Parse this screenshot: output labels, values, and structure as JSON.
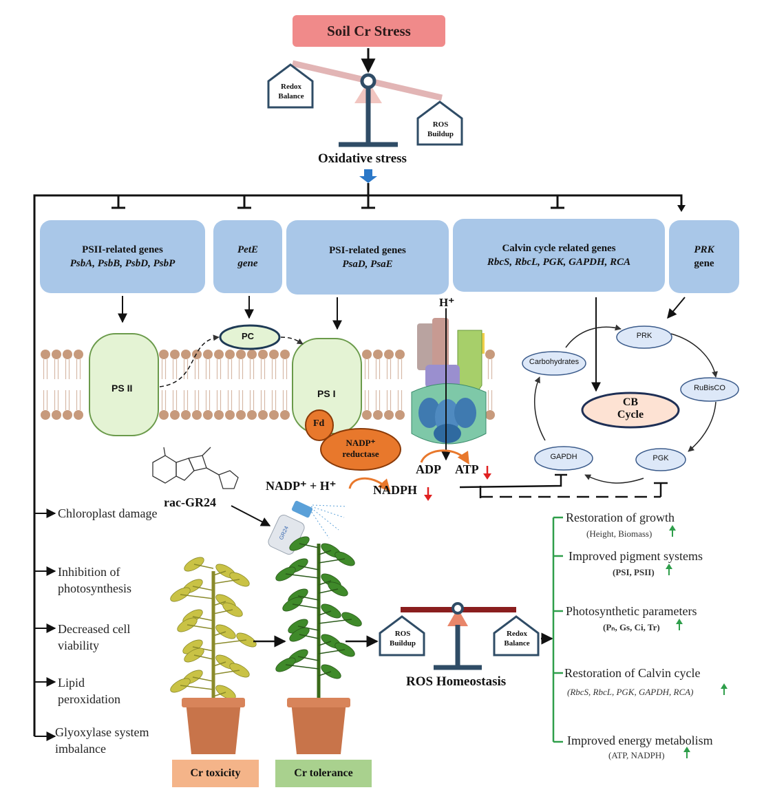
{
  "title": "Soil Cr Stress",
  "balance_top": {
    "left_house": [
      "Redox",
      "Balance"
    ],
    "right_house": [
      "ROS",
      "Buildup"
    ]
  },
  "oxidative_stress": "Oxidative stress",
  "gene_boxes": [
    {
      "lines": [
        "PSII-related genes",
        "PsbA, PsbB, PsbD, PsbP"
      ],
      "italic": [
        false,
        true
      ]
    },
    {
      "lines": [
        "PetE",
        "gene"
      ],
      "italic": [
        true,
        true
      ]
    },
    {
      "lines": [
        "PSI-related genes",
        "PsaD, PsaE"
      ],
      "italic": [
        false,
        true
      ]
    },
    {
      "lines": [
        "Calvin cycle related genes",
        "RbcS, RbcL, PGK, GAPDH, RCA"
      ],
      "italic": [
        false,
        true
      ]
    },
    {
      "lines": [
        "PRK",
        "gene"
      ],
      "italic": [
        true,
        false
      ]
    }
  ],
  "membrane": {
    "ps2": "PS II",
    "pc": "PC",
    "ps1": "PS I",
    "fd": "Fd",
    "nadp_reductase": [
      "NADP⁺",
      "reductase"
    ],
    "h_plus": "H⁺",
    "adp": "ADP",
    "atp": "ATP",
    "nadp_h": "NADP⁺ + H⁺",
    "nadph": "NADPH"
  },
  "calvin": {
    "prk": "PRK",
    "rubisco": "RuBisCO",
    "pgk": "PGK",
    "gapdh": "GAPDH",
    "carbohydrates": "Carbohydrates",
    "cb_cycle": [
      "CB",
      "Cycle"
    ]
  },
  "gr24": {
    "name": "rac-GR24",
    "bottle": "GR24"
  },
  "effects": [
    [
      "Chloroplast damage"
    ],
    [
      "Inhibition of",
      "photosynthesis"
    ],
    [
      "Decreased cell",
      "viability"
    ],
    [
      "Lipid",
      "peroxidation"
    ],
    [
      "Glyoxylase system",
      "imbalance"
    ]
  ],
  "pots": {
    "toxicity": "Cr toxicity",
    "tolerance": "Cr tolerance"
  },
  "balance_bottom": {
    "left_house": [
      "ROS",
      "Buildup"
    ],
    "right_house": [
      "Redox",
      "Balance"
    ],
    "label": "ROS Homeostasis"
  },
  "results": [
    {
      "title": "Restoration of growth",
      "sub": "(Height, Biomass)"
    },
    {
      "title": "Improved pigment systems",
      "sub": "(PSI, PSII)"
    },
    {
      "title": "Photosynthetic parameters",
      "sub": "(Pₙ, Gs, Ci, Tr)"
    },
    {
      "title": "Restoration of Calvin cycle",
      "sub": "(RbcS, RbcL, PGK, GAPDH, RCA)"
    },
    {
      "title": "Improved energy metabolism",
      "sub": "(ATP,  NADPH)"
    }
  ],
  "colors": {
    "title_box": "#f08a8a",
    "gene_box": "#a9c7e8",
    "ps": "#e4f3d4",
    "orange": "#e8782c",
    "green_bracket": "#2e9e4a",
    "up_arrow": "#2e9e4a",
    "down_arrow": "#e02020"
  }
}
